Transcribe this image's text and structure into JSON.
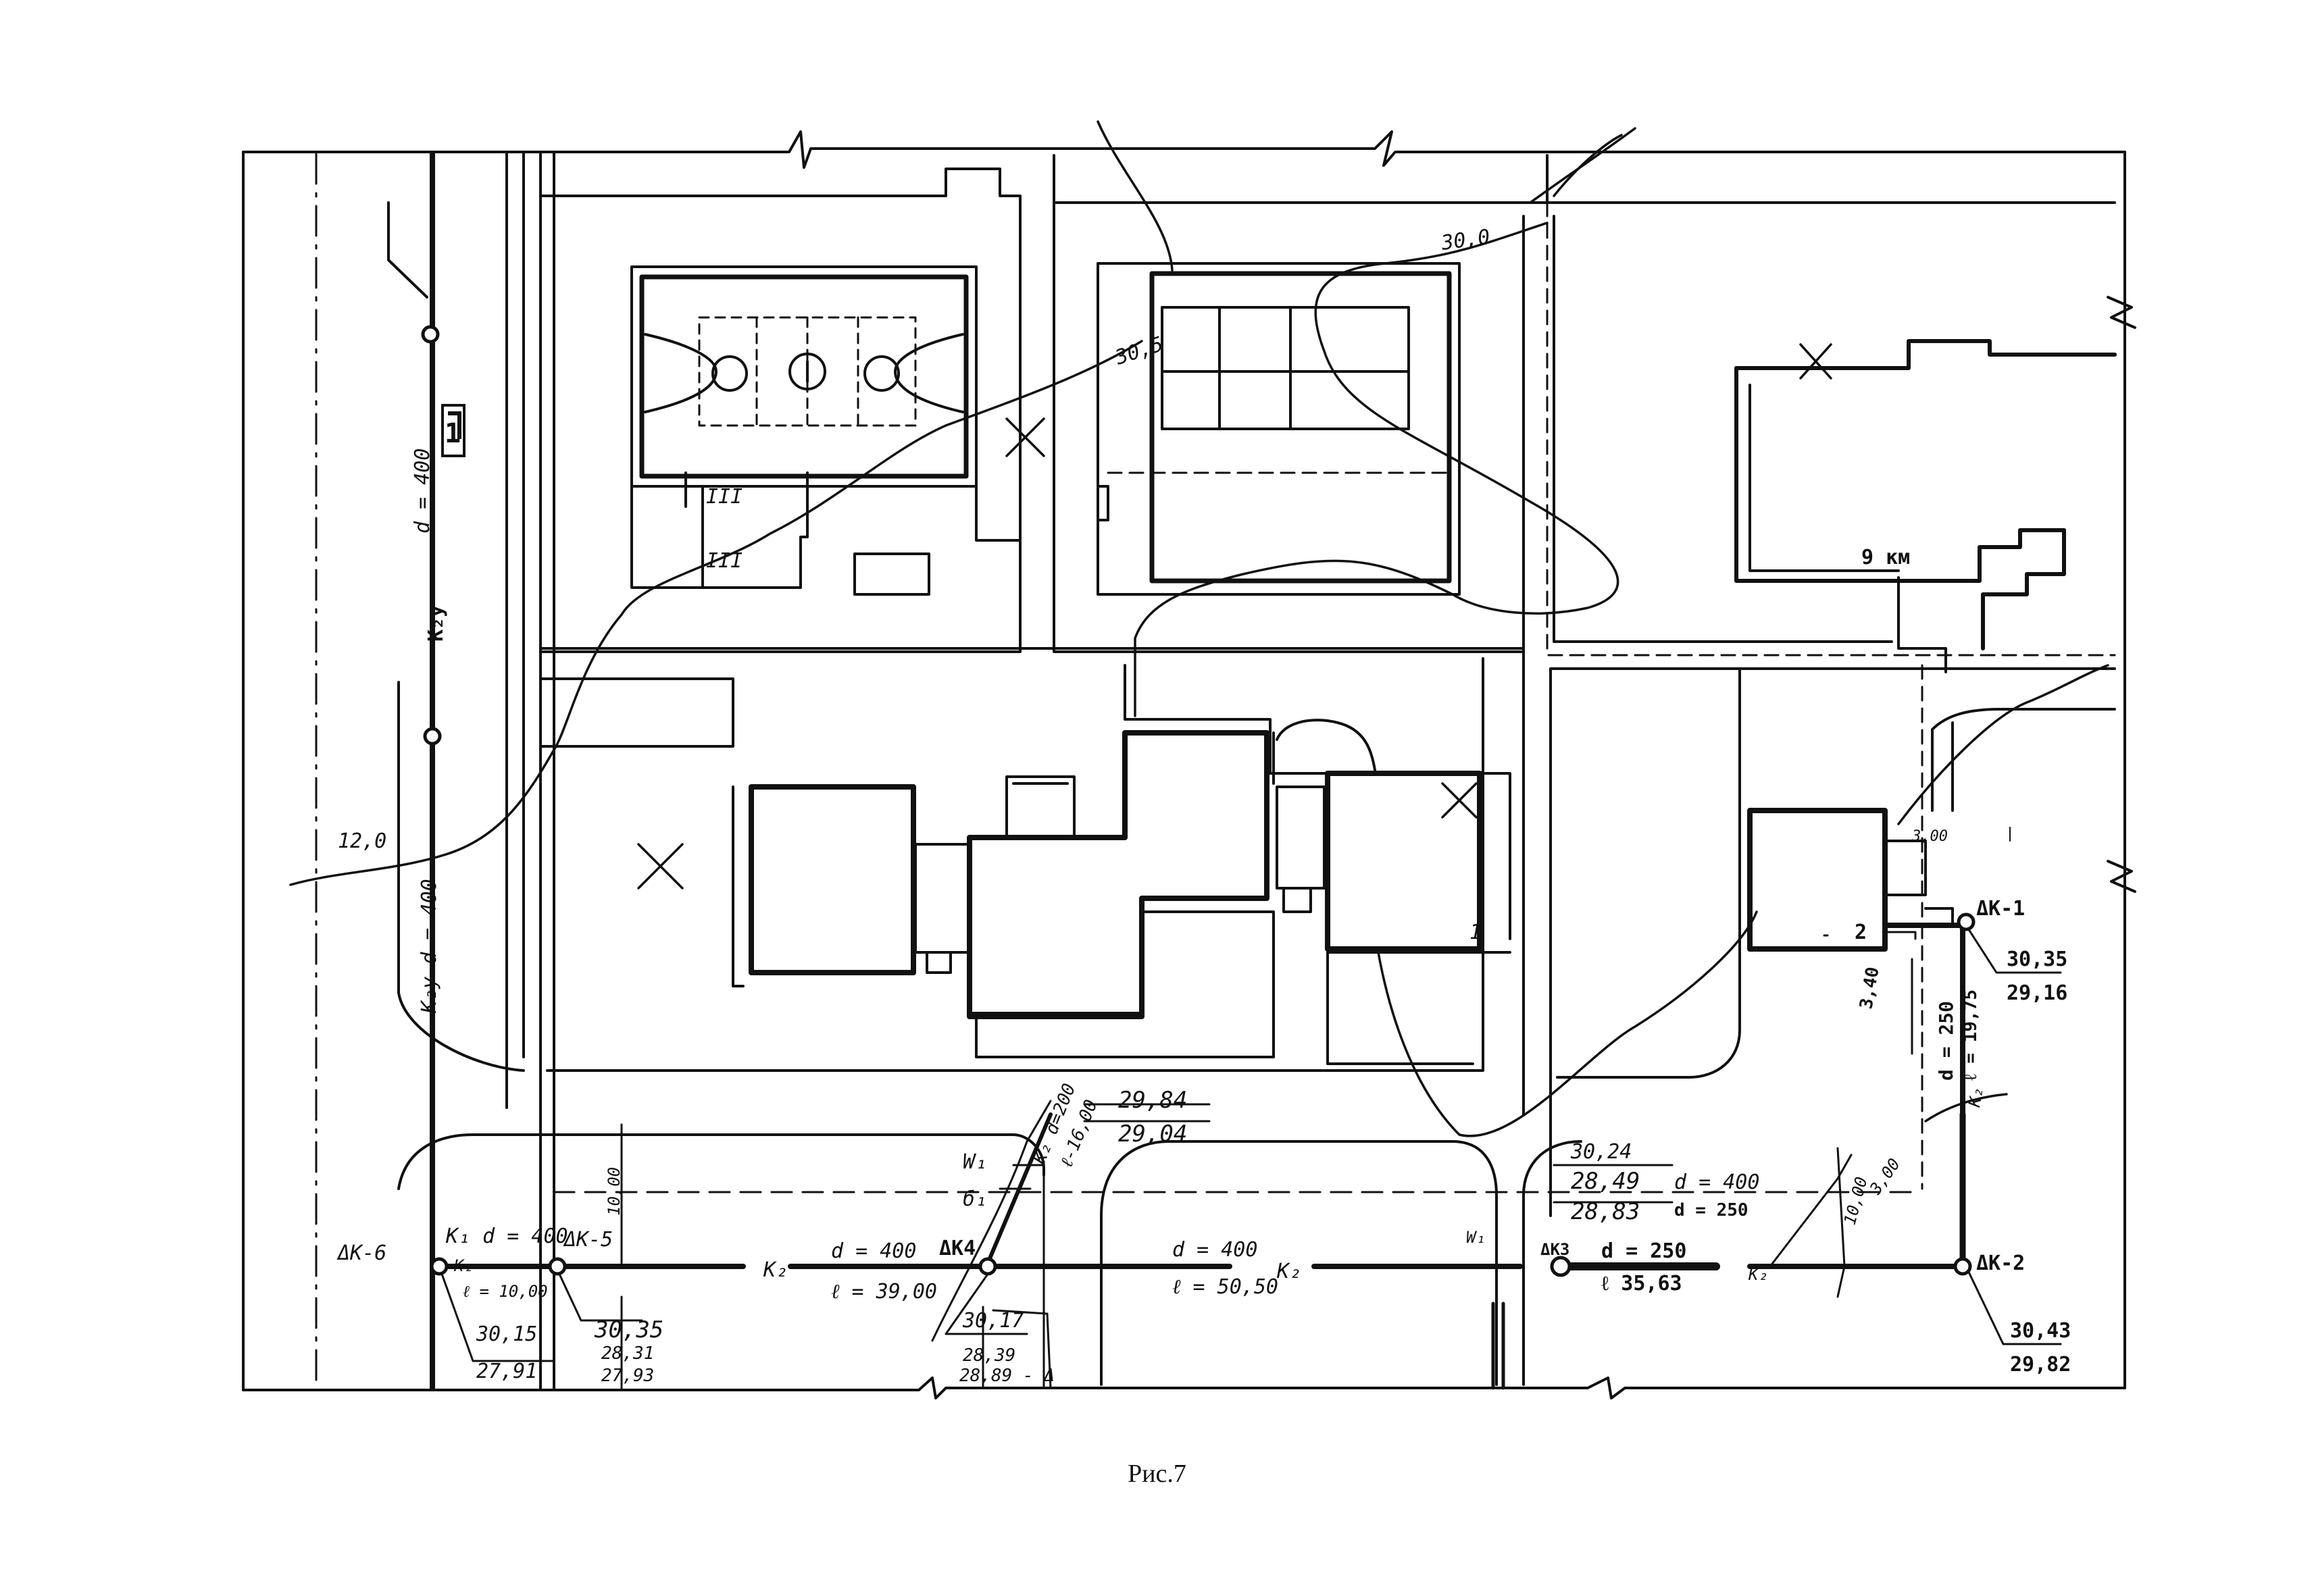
{
  "caption": "Рис.7",
  "contours": {
    "c30_0": "30,0",
    "c30_5": "30,5",
    "c12_0": "12,0"
  },
  "buildings": {
    "b1": "1",
    "b2": "2",
    "b9": "9 км",
    "bT": "1"
  },
  "pipes": {
    "k2y_top": "d = 400",
    "k2y_top_name": "K₂y",
    "k2y_bot": "K₂y d = 400",
    "seg_dk6": "K₁ d = 400",
    "seg_dk6_k": "K₂",
    "seg_dk6_l": "ℓ = 10,00",
    "seg1_k": "K₂",
    "seg1_d": "d = 400",
    "seg1_l": "ℓ = 39,00",
    "seg2_d": "d = 400",
    "seg2_l": "ℓ = 50,50",
    "seg2_k": "K₂",
    "seg3_d": "d = 250",
    "seg3_l": "ℓ 35,63",
    "seg3_k": "K₂",
    "diag": "K₂ d=200",
    "diag_l": "ℓ-16,00",
    "right_d": "d = 250",
    "right_l": "ℓ = 19,75",
    "right_k": "K₂",
    "w1a": "W₁",
    "b1": "б₁",
    "w1b": "W₁",
    "dim10a": "10,00",
    "dim10b": "10,00",
    "dim3a": "3,40",
    "dim3b": "3,00",
    "dim3c": "3,00"
  },
  "wells": [
    {
      "id": "dk6",
      "name": "ΔК-6",
      "lines": [
        "30,15",
        "27,91"
      ]
    },
    {
      "id": "dk5",
      "name": "ΔК-5",
      "lines": [
        "30,35",
        "28,31",
        "27,93"
      ]
    },
    {
      "id": "dk4",
      "name": "ΔК4",
      "lines": [
        "30,17",
        "28,39",
        "28,89 - Δ"
      ]
    },
    {
      "id": "dk3",
      "name": "ΔК3",
      "lines": [
        "30,24",
        "28,49",
        "28,83"
      ],
      "extra": [
        "d = 400",
        "d = 250"
      ]
    },
    {
      "id": "dk2",
      "name": "ΔК-2",
      "lines": [
        "30,43",
        "29,82"
      ]
    },
    {
      "id": "dk1",
      "name": "ΔК-1",
      "lines": [
        "30,35",
        "29,16"
      ]
    },
    {
      "id": "top",
      "lines": [
        "29,84",
        "29,04"
      ]
    }
  ]
}
